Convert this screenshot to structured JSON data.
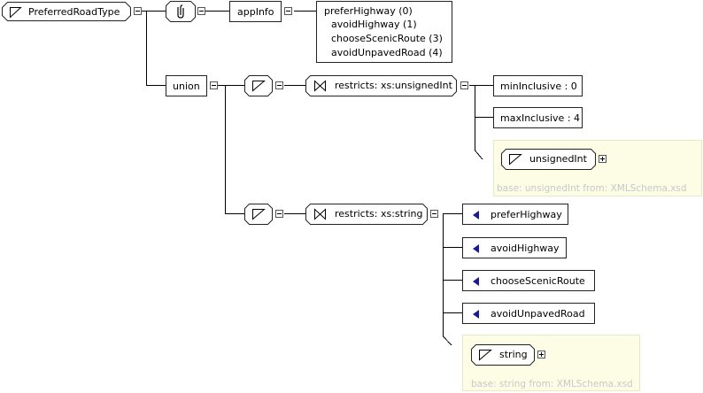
{
  "root": {
    "name": "PreferredRoadType"
  },
  "annotation": {
    "label": "appInfo",
    "entries": [
      "preferHighway (0)",
      "avoidHighway (1)",
      "chooseScenicRoute (3)",
      "avoidUnpavedRoad (4)"
    ]
  },
  "union": {
    "label": "union"
  },
  "member_int": {
    "restriction": "restricts: xs:unsignedInt",
    "facets": [
      "minInclusive : 0",
      "maxInclusive : 4"
    ],
    "base_type": "unsignedInt",
    "base_note": "base: unsignedInt from: XMLSchema.xsd"
  },
  "member_string": {
    "restriction": "restricts: xs:string",
    "enumerations": [
      "preferHighway",
      "avoidHighway",
      "chooseScenicRoute",
      "avoidUnpavedRoad"
    ],
    "base_type": "string",
    "base_note": "base: string from: XMLSchema.xsd"
  },
  "colors": {
    "enum_marker": "#1a1aa0",
    "extension_bg": "#fdfde6",
    "extension_text": "#c8c8c8"
  }
}
